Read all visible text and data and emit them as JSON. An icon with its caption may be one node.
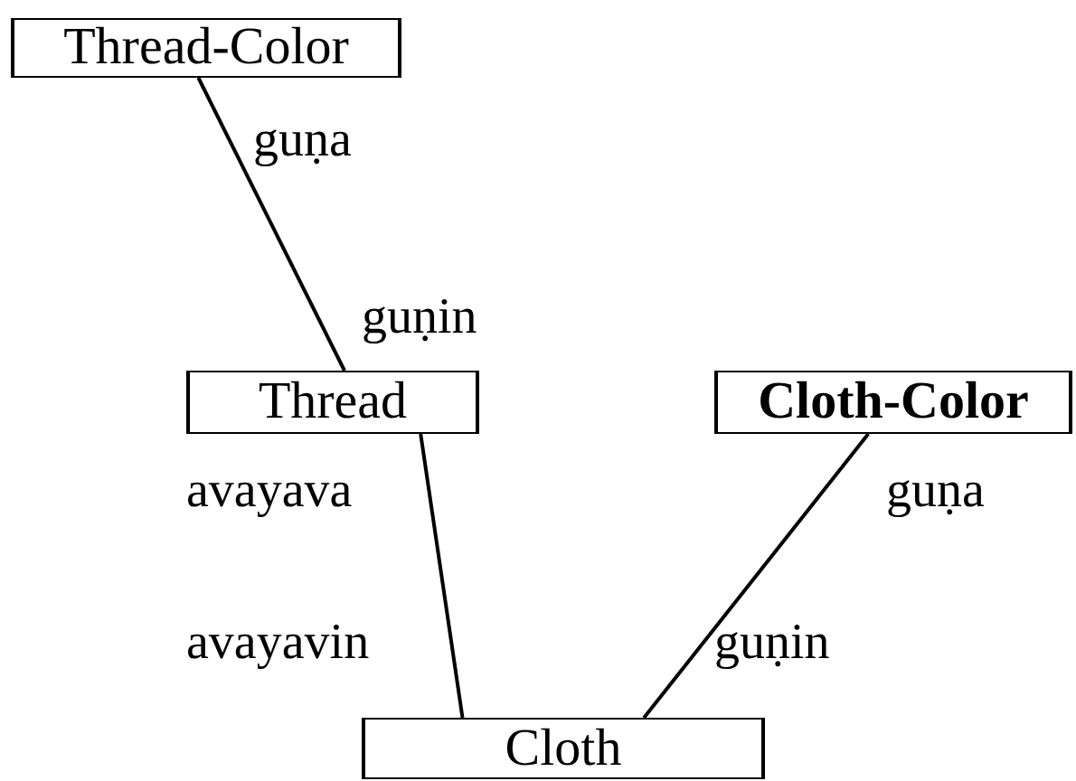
{
  "diagram": {
    "nodes": [
      {
        "text": [
          "Thread-Color"
        ]
      },
      {
        "text": [
          "Thread"
        ]
      },
      {
        "text": [
          "Cloth-Color"
        ]
      },
      {
        "text": [
          "Cloth"
        ]
      }
    ],
    "edges": [
      {
        "from": 0,
        "to": 1,
        "arrow": "none"
      },
      {
        "from": 1,
        "to": 3,
        "arrow": "none"
      },
      {
        "from": 2,
        "to": 3,
        "arrow": "none"
      }
    ],
    "labels": [
      "guṇa",
      "guṇin",
      "avayava",
      "guṇa",
      "avayavin",
      "guṇin"
    ]
  }
}
